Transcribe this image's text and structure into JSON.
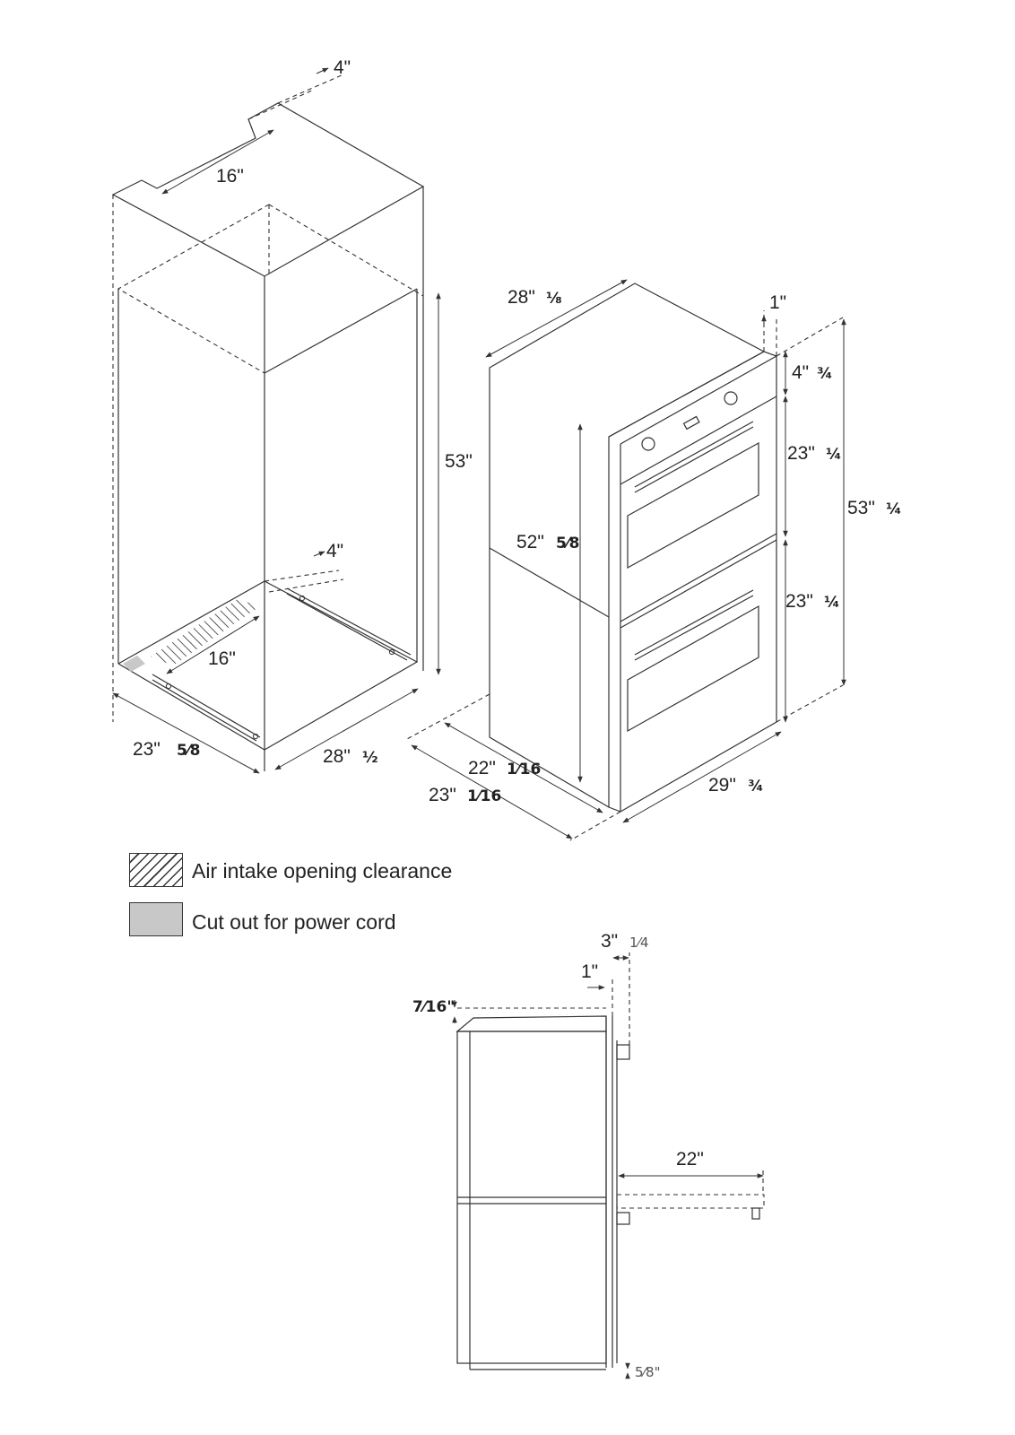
{
  "legend": {
    "air_intake": "Air intake opening clearance",
    "power_cord": "Cut out for power cord",
    "power_cord_color": "#c8c8c8"
  },
  "cabinet": {
    "top_depth": "4\"",
    "top_width": "16\"",
    "height": "53\"",
    "bottom_depth": "4\"",
    "bottom_width": "16\"",
    "depth": "23\"",
    "depth_frac": "5⁄8",
    "width": "28\"",
    "width_frac": "½"
  },
  "oven": {
    "top_width": "28\"",
    "top_width_frac": "⅛",
    "trim": "1\"",
    "control_panel": "4\"",
    "control_panel_frac": "¾",
    "upper_oven": "23\"",
    "upper_oven_frac": "¼",
    "lower_oven": "23\"",
    "lower_oven_frac": "¼",
    "total_height": "53\"",
    "total_height_frac": "¼",
    "body_height": "52\"",
    "body_height_frac": "5⁄8",
    "body_depth": "22\"",
    "body_depth_frac": "1⁄16",
    "total_depth": "23\"",
    "total_depth_frac": "1⁄16",
    "front_width": "29\"",
    "front_width_frac": "¾"
  },
  "side_view": {
    "handle_depth": "3\"",
    "handle_depth_frac": "1⁄4",
    "door_offset": "1\"",
    "top_gap": "7⁄16\"",
    "door_open": "22\"",
    "bottom_gap": "5⁄8\""
  }
}
